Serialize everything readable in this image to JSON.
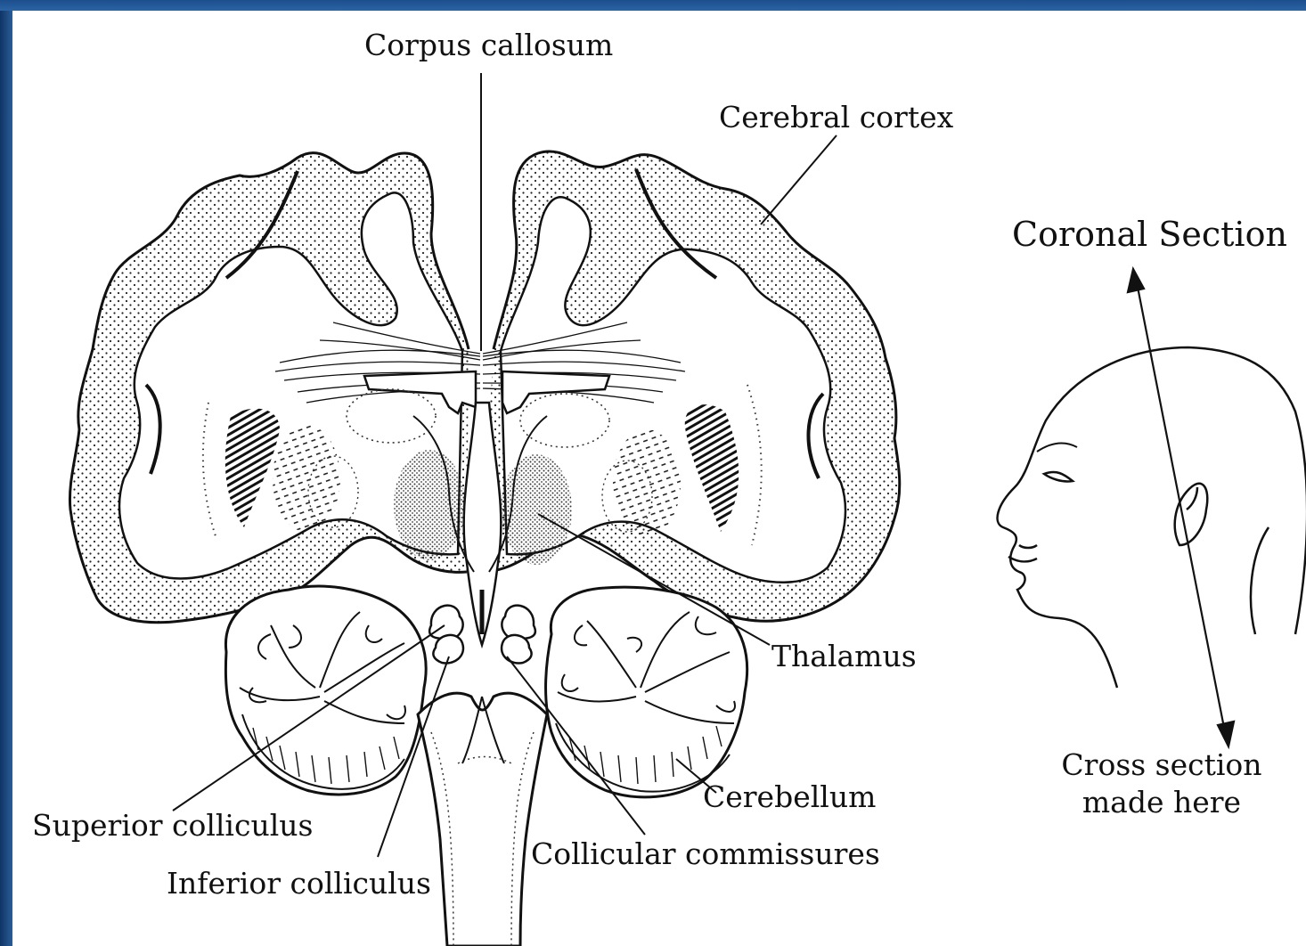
{
  "colors": {
    "frame": "#1f4f86",
    "paper": "#ffffff",
    "ink": "#111111"
  },
  "labels": {
    "corpus_callosum": "Corpus callosum",
    "cerebral_cortex": "Cerebral cortex",
    "coronal_section": "Coronal Section",
    "thalamus": "Thalamus",
    "cerebellum": "Cerebellum",
    "superior_colliculus": "Superior colliculus",
    "inferior_colliculus": "Inferior colliculus",
    "collicular_commissures": "Collicular commissures",
    "cross_section_line1": "Cross section",
    "cross_section_line2": "made here"
  }
}
